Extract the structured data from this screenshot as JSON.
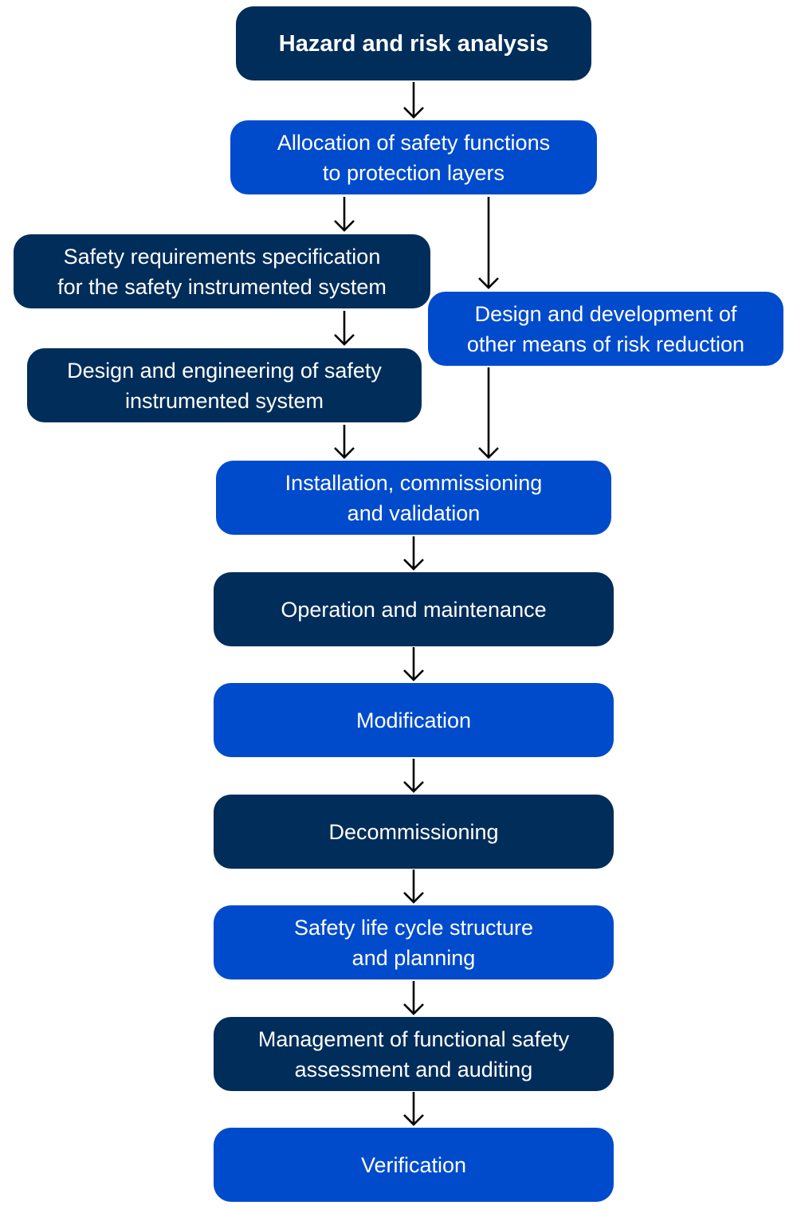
{
  "diagram": {
    "colors": {
      "dark": "#012d5a",
      "blue": "#004bcc",
      "arrow": "#000000",
      "text": "#ffffff"
    },
    "steps": {
      "hazard": "Hazard and risk analysis",
      "allocation": "Allocation of safety functions\nto protection layers",
      "srs": "Safety requirements specification\nfor the safety instrumented system",
      "other_means": "Design and development of\nother means of risk reduction",
      "design_sis": "Design and engineering of safety\ninstrumented system",
      "installation": "Installation, commissioning\nand validation",
      "operation": "Operation and maintenance",
      "modification": "Modification",
      "decommissioning": "Decommissioning",
      "lifecycle": "Safety life cycle structure\nand planning",
      "management": "Management of functional safety\nassessment and auditing",
      "verification": "Verification"
    },
    "edges": [
      {
        "from": "hazard",
        "to": "allocation"
      },
      {
        "from": "allocation",
        "to": "srs"
      },
      {
        "from": "allocation",
        "to": "other_means"
      },
      {
        "from": "srs",
        "to": "design_sis"
      },
      {
        "from": "design_sis",
        "to": "installation"
      },
      {
        "from": "other_means",
        "to": "installation"
      },
      {
        "from": "installation",
        "to": "operation"
      },
      {
        "from": "operation",
        "to": "modification"
      },
      {
        "from": "modification",
        "to": "decommissioning"
      },
      {
        "from": "decommissioning",
        "to": "lifecycle"
      },
      {
        "from": "lifecycle",
        "to": "management"
      },
      {
        "from": "management",
        "to": "verification"
      }
    ]
  }
}
